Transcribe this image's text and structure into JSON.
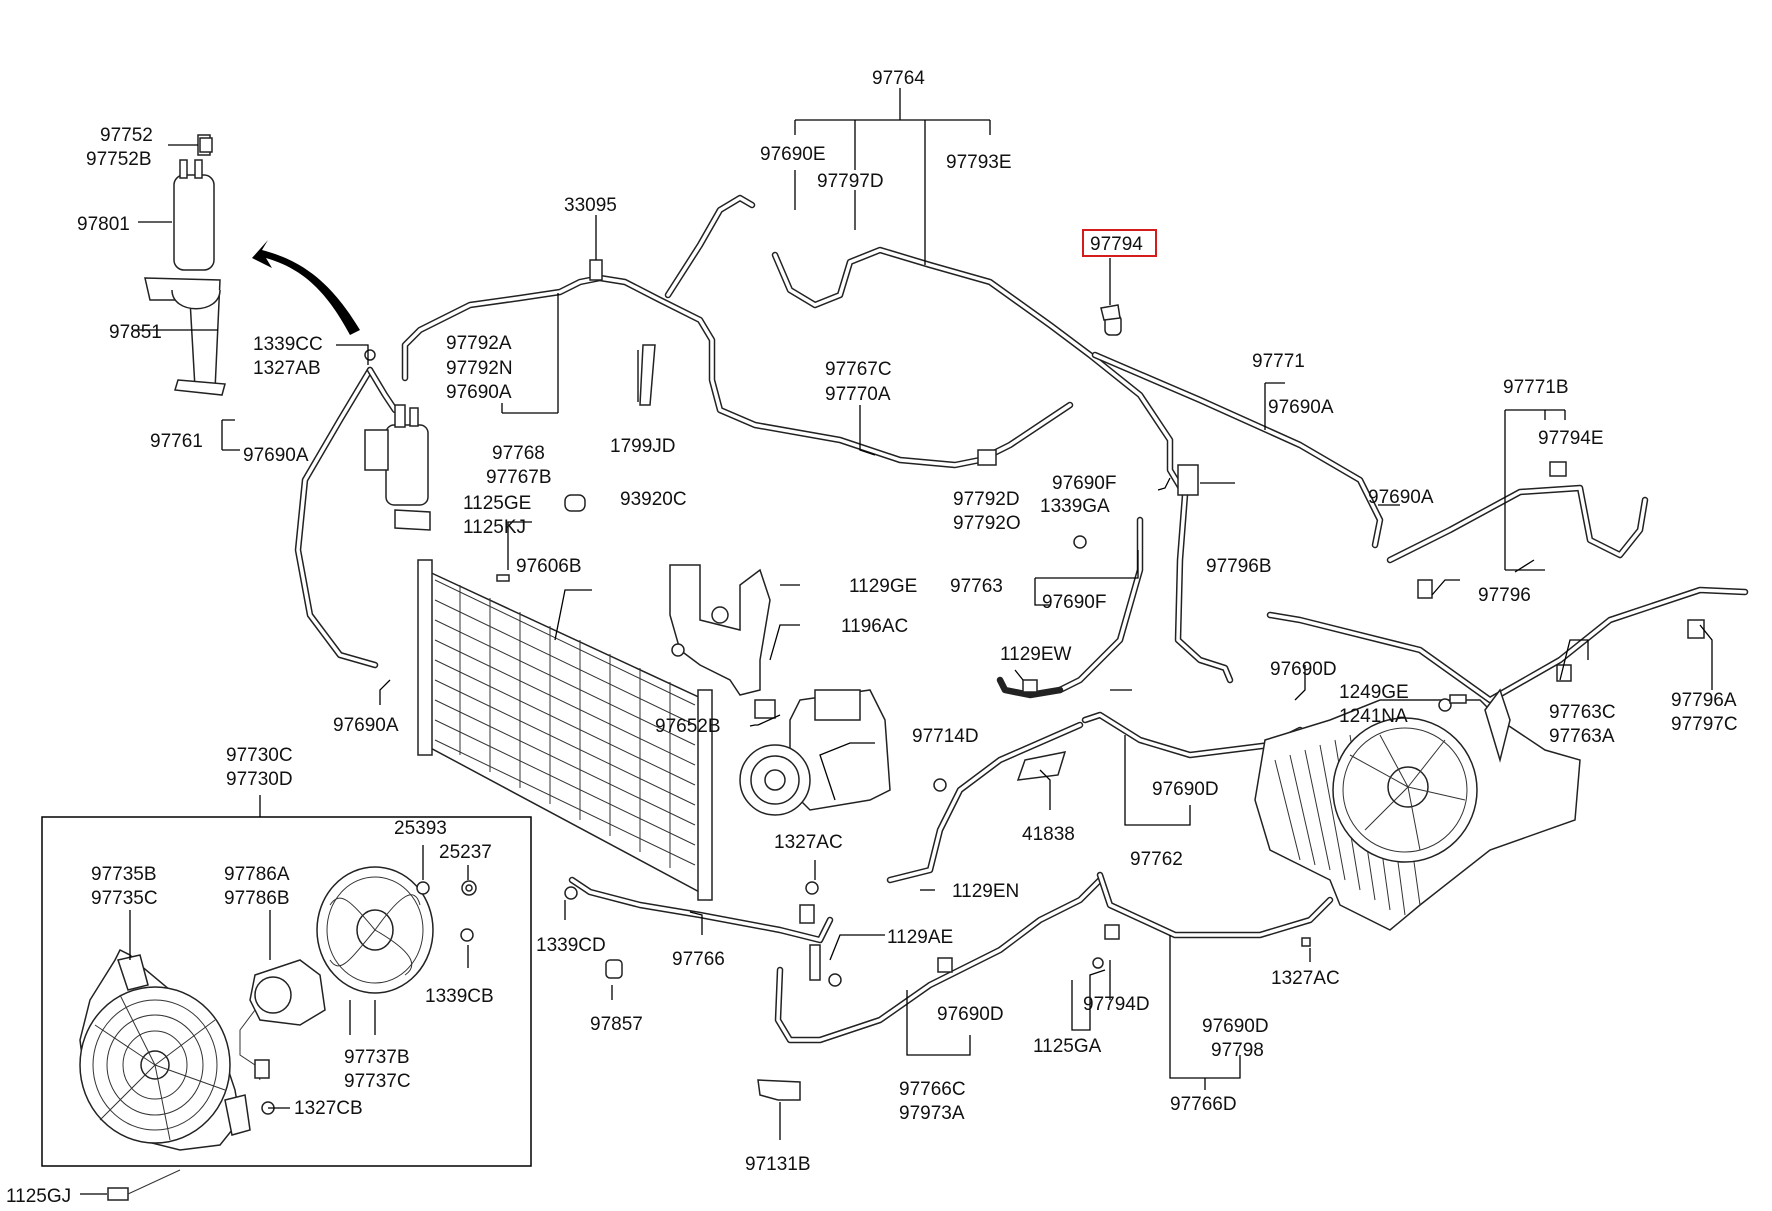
{
  "highlight": {
    "part": "97794",
    "color": "#d41c1c"
  },
  "labels": {
    "l97764": "97764",
    "l97690E": "97690E",
    "l97797D": "97797D",
    "l97793E": "97793E",
    "l97752": "97752",
    "l97752B": "97752B",
    "l97801": "97801",
    "l97851": "97851",
    "l33095": "33095",
    "l97794": "97794",
    "l1339CC": "1339CC",
    "l1327AB": "1327AB",
    "l97792A": "97792A",
    "l97792N": "97792N",
    "l97690A_1": "97690A",
    "l1799JD": "1799JD",
    "l97767C": "97767C",
    "l97770A": "97770A",
    "l97771": "97771",
    "l97690A_2": "97690A",
    "l97771B": "97771B",
    "l97794E": "97794E",
    "l97761": "97761",
    "l97690A_3": "97690A",
    "l97768": "97768",
    "l97767B": "97767B",
    "l1125GE": "1125GE",
    "l1125KJ": "1125KJ",
    "l93920C": "93920C",
    "l97792D": "97792D",
    "l97792O": "97792O",
    "l97690F_1": "97690F",
    "l1339GA": "1339GA",
    "l97690A_4": "97690A",
    "l97796B": "97796B",
    "l97606B": "97606B",
    "l1129GE": "1129GE",
    "l97763": "97763",
    "l97690F_2": "97690F",
    "l97796": "97796",
    "l1196AC": "1196AC",
    "l1129EW": "1129EW",
    "l97690A_5": "97690A",
    "l97652B": "97652B",
    "l97714D": "97714D",
    "l97690D_1": "97690D",
    "l1249GE": "1249GE",
    "l1241NA": "1241NA",
    "l97763C": "97763C",
    "l97763A": "97763A",
    "l97796A": "97796A",
    "l97797C": "97797C",
    "l97730C": "97730C",
    "l97730D": "97730D",
    "l41838": "41838",
    "l97690D_2": "97690D",
    "l97762": "97762",
    "l25393": "25393",
    "l25237": "25237",
    "l97735B": "97735B",
    "l97735C": "97735C",
    "l97786A": "97786A",
    "l97786B": "97786B",
    "l1327AC_1": "1327AC",
    "l1129EN": "1129EN",
    "l1339CB": "1339CB",
    "l1339CD": "1339CD",
    "l97766": "97766",
    "l1129AE": "1129AE",
    "l1327AC_2": "1327AC",
    "l97857": "97857",
    "l97690D_3": "97690D",
    "l97794D": "97794D",
    "l97737B": "97737B",
    "l97737C": "97737C",
    "l1125GA": "1125GA",
    "l97690D_4": "97690D",
    "l97798": "97798",
    "l1327CB": "1327CB",
    "l97766C": "97766C",
    "l97973A": "97973A",
    "l97766D": "97766D",
    "l1125GJ": "1125GJ",
    "l97131B": "97131B"
  }
}
